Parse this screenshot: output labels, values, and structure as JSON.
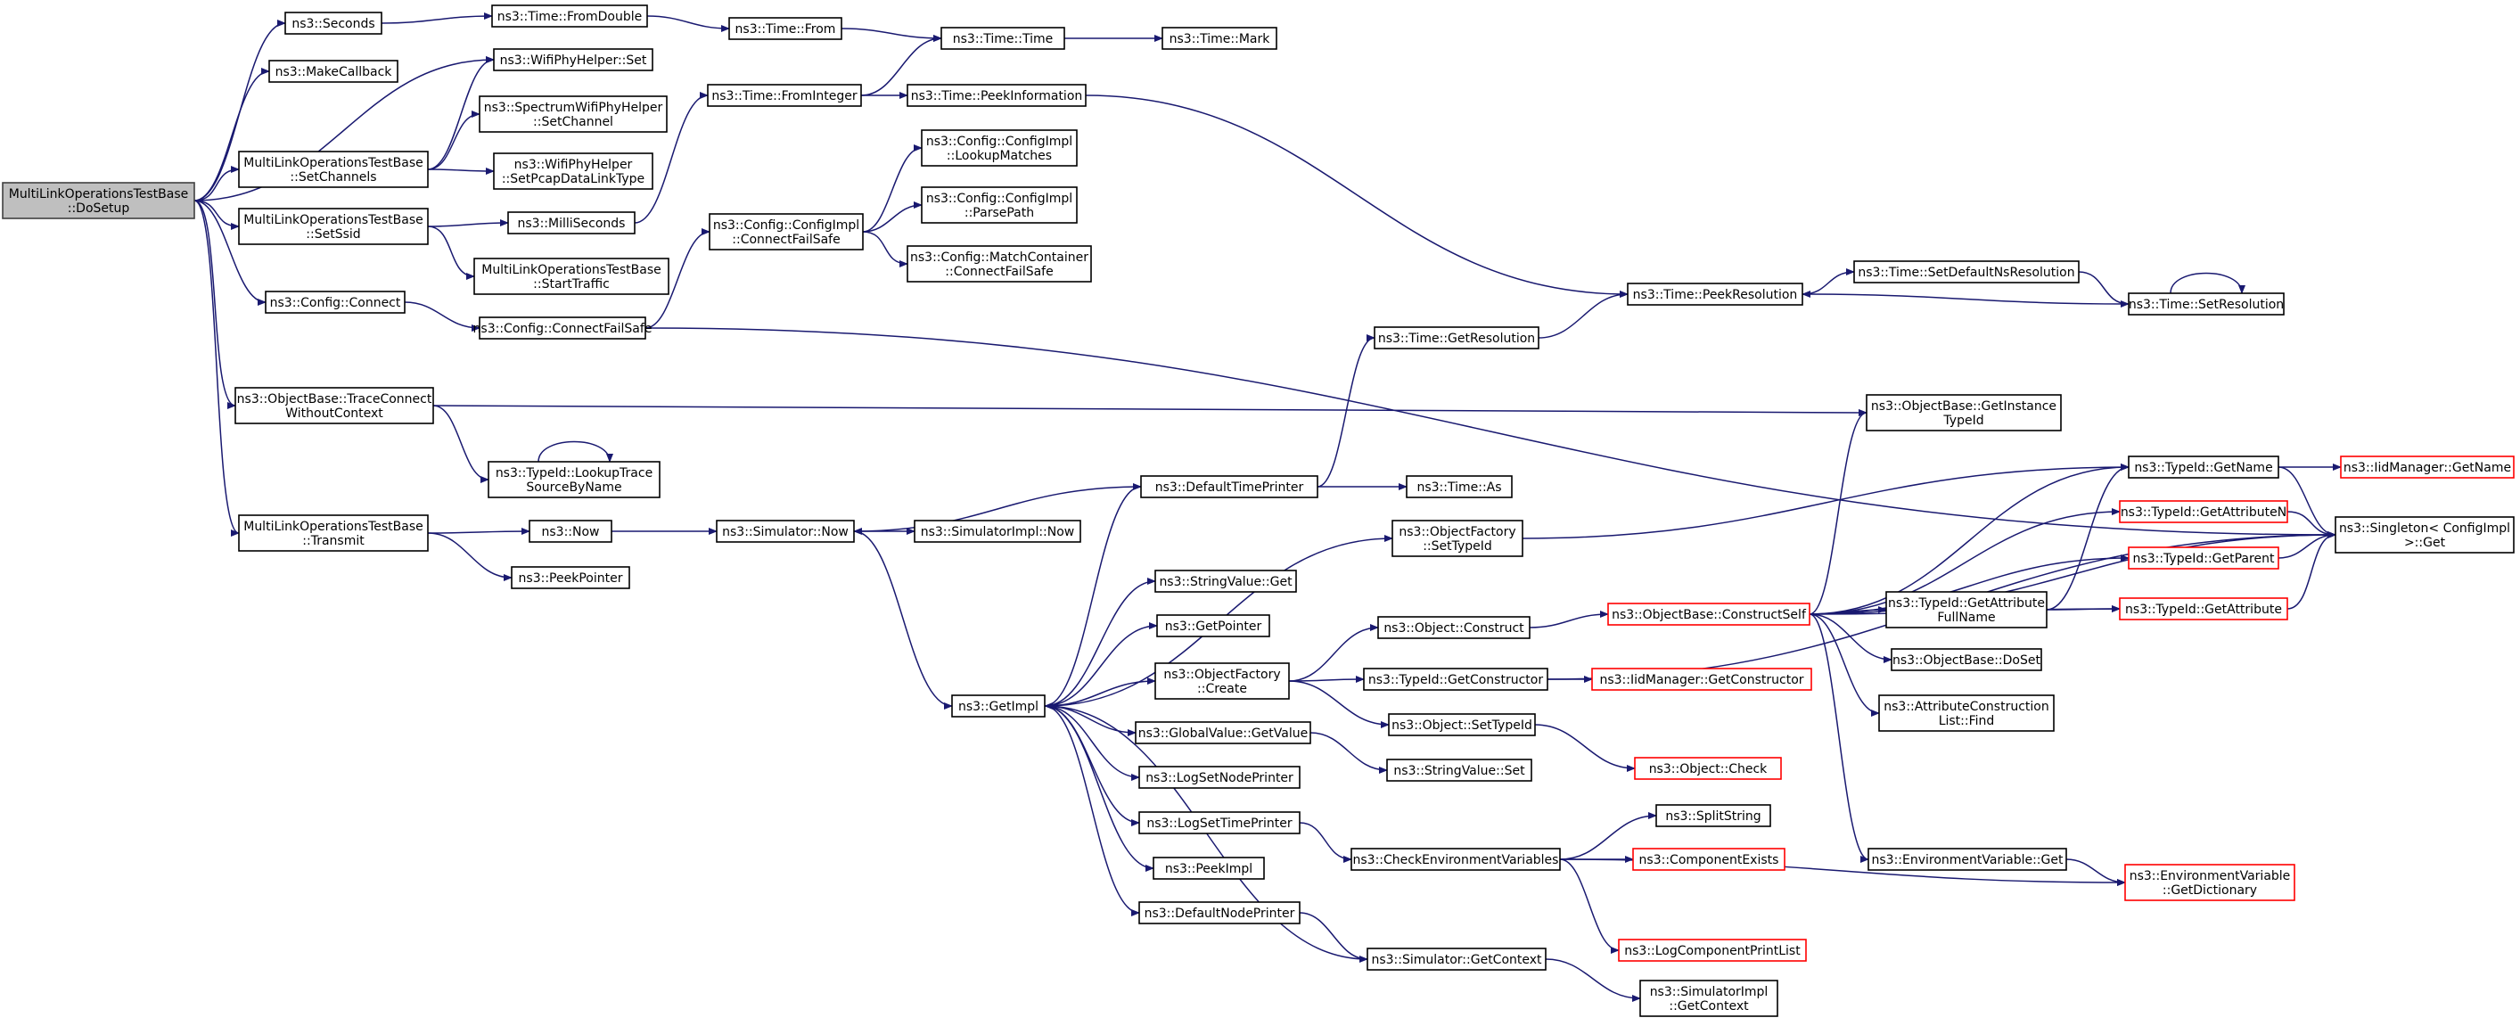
{
  "colors": {
    "edge": "#191970",
    "root_fill": "#bfbfbf",
    "node_border": "#000000",
    "truncated_border": "#ff0000"
  },
  "nodes": [
    {
      "id": "root",
      "lines": [
        "MultiLinkOperationsTestBase",
        "::DoSetup"
      ],
      "style": "root"
    },
    {
      "id": "seconds",
      "lines": [
        "ns3::Seconds"
      ]
    },
    {
      "id": "makecb",
      "lines": [
        "ns3::MakeCallback"
      ]
    },
    {
      "id": "setchannels",
      "lines": [
        "MultiLinkOperationsTestBase",
        "::SetChannels"
      ]
    },
    {
      "id": "setssid",
      "lines": [
        "MultiLinkOperationsTestBase",
        "::SetSsid"
      ]
    },
    {
      "id": "cfgconnect",
      "lines": [
        "ns3::Config::Connect"
      ]
    },
    {
      "id": "traceconnect",
      "lines": [
        "ns3::ObjectBase::TraceConnect",
        "WithoutContext"
      ]
    },
    {
      "id": "transmit",
      "lines": [
        "MultiLinkOperationsTestBase",
        "::Transmit"
      ]
    },
    {
      "id": "fromdouble",
      "lines": [
        "ns3::Time::FromDouble"
      ]
    },
    {
      "id": "wifiset",
      "lines": [
        "ns3::WifiPhyHelper::Set"
      ]
    },
    {
      "id": "specset",
      "lines": [
        "ns3::SpectrumWifiPhyHelper",
        "::SetChannel"
      ]
    },
    {
      "id": "pcap",
      "lines": [
        "ns3::WifiPhyHelper",
        "::SetPcapDataLinkType"
      ]
    },
    {
      "id": "millis",
      "lines": [
        "ns3::MilliSeconds"
      ]
    },
    {
      "id": "starttraffic",
      "lines": [
        "MultiLinkOperationsTestBase",
        "::StartTraffic"
      ]
    },
    {
      "id": "cfs",
      "lines": [
        "ns3::Config::ConnectFailSafe"
      ]
    },
    {
      "id": "lookuptrace",
      "lines": [
        "ns3::TypeId::LookupTrace",
        "SourceByName"
      ]
    },
    {
      "id": "now",
      "lines": [
        "ns3::Now"
      ]
    },
    {
      "id": "peekptr",
      "lines": [
        "ns3::PeekPointer"
      ]
    },
    {
      "id": "timefrom",
      "lines": [
        "ns3::Time::From"
      ]
    },
    {
      "id": "fromint",
      "lines": [
        "ns3::Time::FromInteger"
      ]
    },
    {
      "id": "cfgimplcfs",
      "lines": [
        "ns3::Config::ConfigImpl",
        "::ConnectFailSafe"
      ]
    },
    {
      "id": "simnow",
      "lines": [
        "ns3::Simulator::Now"
      ]
    },
    {
      "id": "timetime",
      "lines": [
        "ns3::Time::Time"
      ]
    },
    {
      "id": "peekinfo",
      "lines": [
        "ns3::Time::PeekInformation"
      ]
    },
    {
      "id": "lookupmatches",
      "lines": [
        "ns3::Config::ConfigImpl",
        "::LookupMatches"
      ]
    },
    {
      "id": "parsepath",
      "lines": [
        "ns3::Config::ConfigImpl",
        "::ParsePath"
      ]
    },
    {
      "id": "mccfs",
      "lines": [
        "ns3::Config::MatchContainer",
        "::ConnectFailSafe"
      ]
    },
    {
      "id": "simimplnow",
      "lines": [
        "ns3::SimulatorImpl::Now"
      ]
    },
    {
      "id": "getimpl",
      "lines": [
        "ns3::GetImpl"
      ]
    },
    {
      "id": "timemark",
      "lines": [
        "ns3::Time::Mark"
      ]
    },
    {
      "id": "getres",
      "lines": [
        "ns3::Time::GetResolution"
      ]
    },
    {
      "id": "dtp",
      "lines": [
        "ns3::DefaultTimePrinter"
      ]
    },
    {
      "id": "strget",
      "lines": [
        "ns3::StringValue::Get"
      ]
    },
    {
      "id": "getptr",
      "lines": [
        "ns3::GetPointer"
      ]
    },
    {
      "id": "ofcreate",
      "lines": [
        "ns3::ObjectFactory",
        "::Create"
      ]
    },
    {
      "id": "gvget",
      "lines": [
        "ns3::GlobalValue::GetValue"
      ]
    },
    {
      "id": "lsnp",
      "lines": [
        "ns3::LogSetNodePrinter"
      ]
    },
    {
      "id": "lstp",
      "lines": [
        "ns3::LogSetTimePrinter"
      ]
    },
    {
      "id": "peekimpl",
      "lines": [
        "ns3::PeekImpl"
      ]
    },
    {
      "id": "dnp",
      "lines": [
        "ns3::DefaultNodePrinter"
      ]
    },
    {
      "id": "peekres",
      "lines": [
        "ns3::Time::PeekResolution"
      ]
    },
    {
      "id": "timeas",
      "lines": [
        "ns3::Time::As"
      ]
    },
    {
      "id": "ofsettid",
      "lines": [
        "ns3::ObjectFactory",
        "::SetTypeId"
      ]
    },
    {
      "id": "objconstruct",
      "lines": [
        "ns3::Object::Construct"
      ]
    },
    {
      "id": "getctor",
      "lines": [
        "ns3::TypeId::GetConstructor"
      ]
    },
    {
      "id": "objsettid",
      "lines": [
        "ns3::Object::SetTypeId"
      ]
    },
    {
      "id": "strset",
      "lines": [
        "ns3::StringValue::Set"
      ]
    },
    {
      "id": "checkenv",
      "lines": [
        "ns3::CheckEnvironmentVariables"
      ]
    },
    {
      "id": "simctx",
      "lines": [
        "ns3::Simulator::GetContext"
      ]
    },
    {
      "id": "constructself",
      "lines": [
        "ns3::ObjectBase::ConstructSelf"
      ],
      "style": "trunc"
    },
    {
      "id": "iidctor",
      "lines": [
        "ns3::IidManager::GetConstructor"
      ],
      "style": "trunc"
    },
    {
      "id": "objcheck",
      "lines": [
        "ns3::Object::Check"
      ],
      "style": "trunc"
    },
    {
      "id": "splitstr",
      "lines": [
        "ns3::SplitString"
      ]
    },
    {
      "id": "compexists",
      "lines": [
        "ns3::ComponentExists"
      ],
      "style": "trunc"
    },
    {
      "id": "logcomp",
      "lines": [
        "ns3::LogComponentPrintList"
      ],
      "style": "trunc"
    },
    {
      "id": "simimplctx",
      "lines": [
        "ns3::SimulatorImpl",
        "::GetContext"
      ]
    },
    {
      "id": "setdefres",
      "lines": [
        "ns3::Time::SetDefaultNsResolution"
      ]
    },
    {
      "id": "getinst",
      "lines": [
        "ns3::ObjectBase::GetInstance",
        "TypeId"
      ]
    },
    {
      "id": "getattrfull",
      "lines": [
        "ns3::TypeId::GetAttribute",
        "FullName"
      ]
    },
    {
      "id": "doset",
      "lines": [
        "ns3::ObjectBase::DoSet"
      ]
    },
    {
      "id": "attrfind",
      "lines": [
        "ns3::AttributeConstruction",
        "List::Find"
      ]
    },
    {
      "id": "envget",
      "lines": [
        "ns3::EnvironmentVariable::Get"
      ]
    },
    {
      "id": "setres",
      "lines": [
        "ns3::Time::SetResolution"
      ]
    },
    {
      "id": "getname",
      "lines": [
        "ns3::TypeId::GetName"
      ]
    },
    {
      "id": "getattrn",
      "lines": [
        "ns3::TypeId::GetAttributeN"
      ],
      "style": "trunc"
    },
    {
      "id": "getparent",
      "lines": [
        "ns3::TypeId::GetParent"
      ],
      "style": "trunc"
    },
    {
      "id": "getattr",
      "lines": [
        "ns3::TypeId::GetAttribute"
      ],
      "style": "trunc"
    },
    {
      "id": "getdict",
      "lines": [
        "ns3::EnvironmentVariable",
        "::GetDictionary"
      ],
      "style": "trunc"
    },
    {
      "id": "iidname",
      "lines": [
        "ns3::IidManager::GetName"
      ],
      "style": "trunc"
    },
    {
      "id": "singleton",
      "lines": [
        "ns3::Singleton< ConfigImpl",
        " >::Get"
      ]
    }
  ],
  "edges": [
    [
      "root",
      "seconds"
    ],
    [
      "root",
      "makecb"
    ],
    [
      "root",
      "wifiset"
    ],
    [
      "root",
      "setchannels"
    ],
    [
      "root",
      "setssid"
    ],
    [
      "root",
      "cfgconnect"
    ],
    [
      "root",
      "traceconnect"
    ],
    [
      "root",
      "transmit"
    ],
    [
      "seconds",
      "fromdouble"
    ],
    [
      "fromdouble",
      "timefrom"
    ],
    [
      "timefrom",
      "timetime"
    ],
    [
      "timetime",
      "timemark"
    ],
    [
      "setchannels",
      "wifiset"
    ],
    [
      "setchannels",
      "specset"
    ],
    [
      "setchannels",
      "pcap"
    ],
    [
      "setssid",
      "millis"
    ],
    [
      "setssid",
      "starttraffic"
    ],
    [
      "millis",
      "fromint"
    ],
    [
      "fromint",
      "timetime"
    ],
    [
      "fromint",
      "peekinfo"
    ],
    [
      "peekinfo",
      "peekres"
    ],
    [
      "cfgconnect",
      "cfs"
    ],
    [
      "cfs",
      "cfgimplcfs"
    ],
    [
      "cfs",
      "singleton"
    ],
    [
      "cfgimplcfs",
      "lookupmatches"
    ],
    [
      "cfgimplcfs",
      "parsepath"
    ],
    [
      "cfgimplcfs",
      "mccfs"
    ],
    [
      "traceconnect",
      "getinst"
    ],
    [
      "traceconnect",
      "lookuptrace"
    ],
    [
      "lookuptrace",
      "lookuptrace"
    ],
    [
      "transmit",
      "now"
    ],
    [
      "transmit",
      "peekptr"
    ],
    [
      "now",
      "simnow"
    ],
    [
      "simnow",
      "simimplnow"
    ],
    [
      "simnow",
      "getimpl"
    ],
    [
      "getimpl",
      "dtp"
    ],
    [
      "getimpl",
      "ofsettid"
    ],
    [
      "getimpl",
      "strget"
    ],
    [
      "getimpl",
      "getptr"
    ],
    [
      "getimpl",
      "ofcreate"
    ],
    [
      "getimpl",
      "gvget"
    ],
    [
      "getimpl",
      "lsnp"
    ],
    [
      "getimpl",
      "lstp"
    ],
    [
      "getimpl",
      "peekimpl"
    ],
    [
      "getimpl",
      "dnp"
    ],
    [
      "dtp",
      "simnow"
    ],
    [
      "dtp",
      "getres"
    ],
    [
      "dtp",
      "timeas"
    ],
    [
      "getres",
      "peekres"
    ],
    [
      "peekres",
      "setdefres"
    ],
    [
      "setdefres",
      "setres"
    ],
    [
      "setres",
      "peekres"
    ],
    [
      "setres",
      "setres"
    ],
    [
      "ofsettid",
      "getname"
    ],
    [
      "ofcreate",
      "objconstruct"
    ],
    [
      "ofcreate",
      "getctor"
    ],
    [
      "ofcreate",
      "objsettid"
    ],
    [
      "objconstruct",
      "constructself"
    ],
    [
      "getctor",
      "iidctor"
    ],
    [
      "getctor",
      "singleton"
    ],
    [
      "objsettid",
      "objcheck"
    ],
    [
      "gvget",
      "strset"
    ],
    [
      "lstp",
      "checkenv"
    ],
    [
      "checkenv",
      "splitstr"
    ],
    [
      "checkenv",
      "compexists"
    ],
    [
      "checkenv",
      "logcomp"
    ],
    [
      "checkenv",
      "getdict"
    ],
    [
      "dnp",
      "simctx"
    ],
    [
      "simctx",
      "getimpl"
    ],
    [
      "simctx",
      "simimplctx"
    ],
    [
      "constructself",
      "getinst"
    ],
    [
      "constructself",
      "getname"
    ],
    [
      "constructself",
      "getattrn"
    ],
    [
      "constructself",
      "getparent"
    ],
    [
      "constructself",
      "getattrfull"
    ],
    [
      "constructself",
      "doset"
    ],
    [
      "constructself",
      "attrfind"
    ],
    [
      "constructself",
      "envget"
    ],
    [
      "constructself",
      "getattr"
    ],
    [
      "constructself",
      "singleton"
    ],
    [
      "getattrfull",
      "getname"
    ],
    [
      "getattrfull",
      "getattr"
    ],
    [
      "envget",
      "getdict"
    ],
    [
      "getname",
      "iidname"
    ],
    [
      "getname",
      "singleton"
    ],
    [
      "getattrn",
      "singleton"
    ],
    [
      "getparent",
      "singleton"
    ],
    [
      "getattr",
      "singleton"
    ]
  ]
}
